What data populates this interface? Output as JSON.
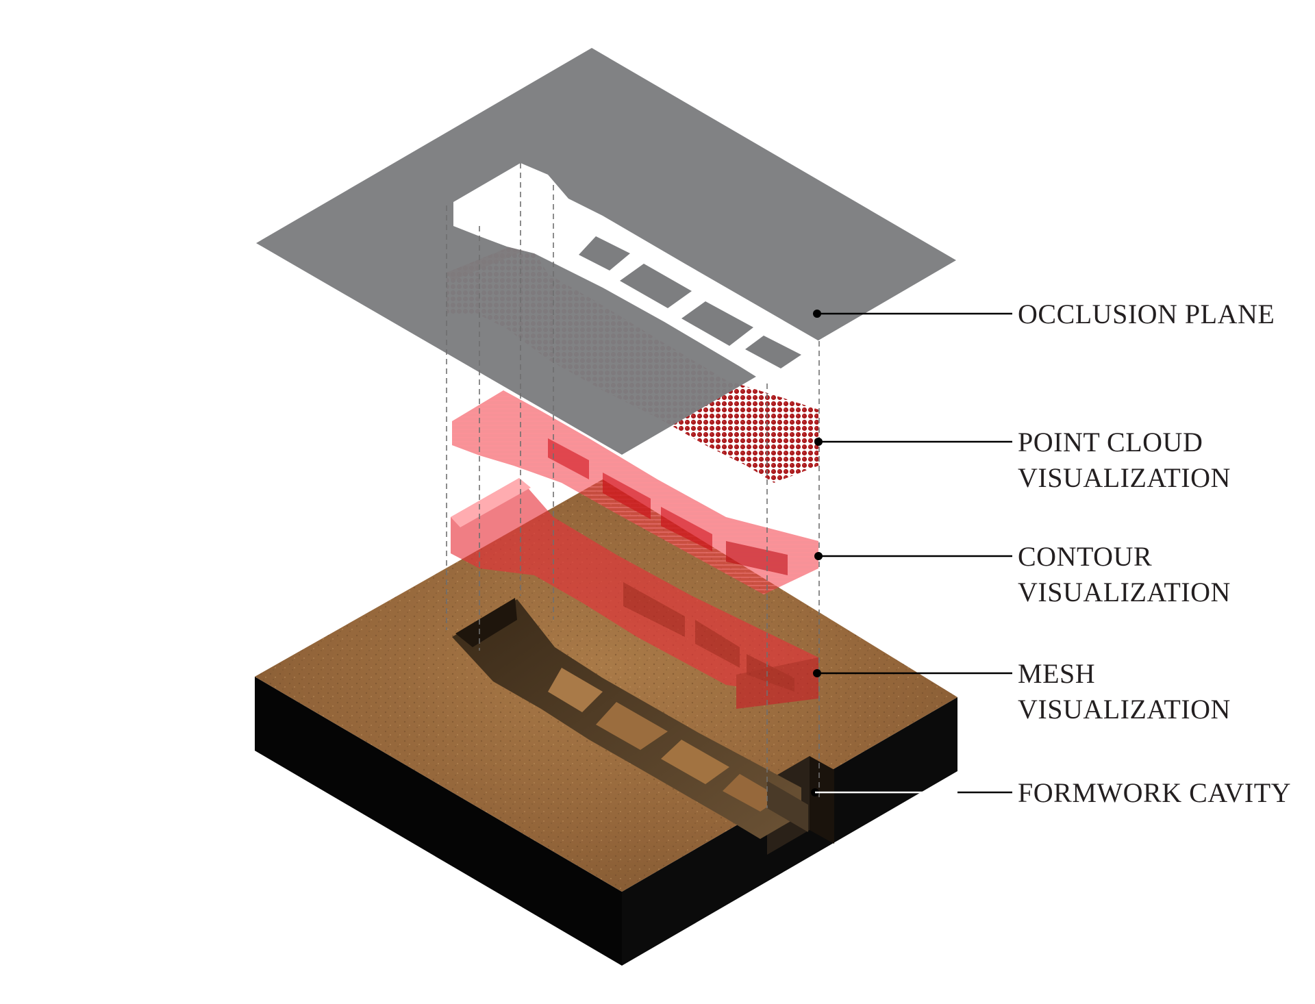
{
  "labels": {
    "occlusion_plane": "OCCLUSION PLANE",
    "point_cloud_line1": "POINT CLOUD",
    "point_cloud_line2": "VISUALIZATION",
    "contour_line1": "CONTOUR",
    "contour_line2": "VISUALIZATION",
    "mesh_line1": "MESH",
    "mesh_line2": "VISUALIZATION",
    "formwork_cavity": "FORMWORK CAVITY"
  },
  "colors": {
    "occlusion_plane": "#7d7e80",
    "point_cloud": "#a50f12",
    "contour": "#ee1c25",
    "mesh": "#e8303a",
    "soil": "#9b6a3a",
    "block_side": "#050505",
    "leader": "#000000"
  }
}
